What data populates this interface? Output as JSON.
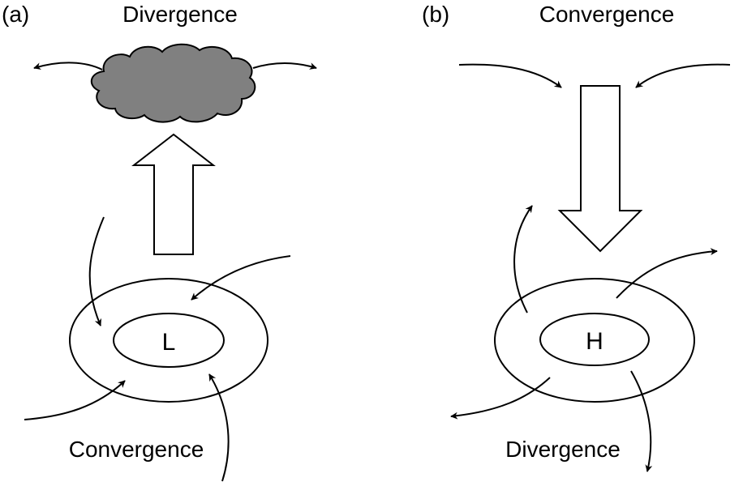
{
  "panel_a": {
    "label": "(a)",
    "top_label": "Divergence",
    "bottom_label": "Convergence",
    "center_label": "L"
  },
  "panel_b": {
    "label": "(b)",
    "top_label": "Convergence",
    "bottom_label": "Divergence",
    "center_label": "H"
  },
  "colors": {
    "line": "#000000",
    "cloud_fill": "#808080",
    "background": "#ffffff"
  }
}
